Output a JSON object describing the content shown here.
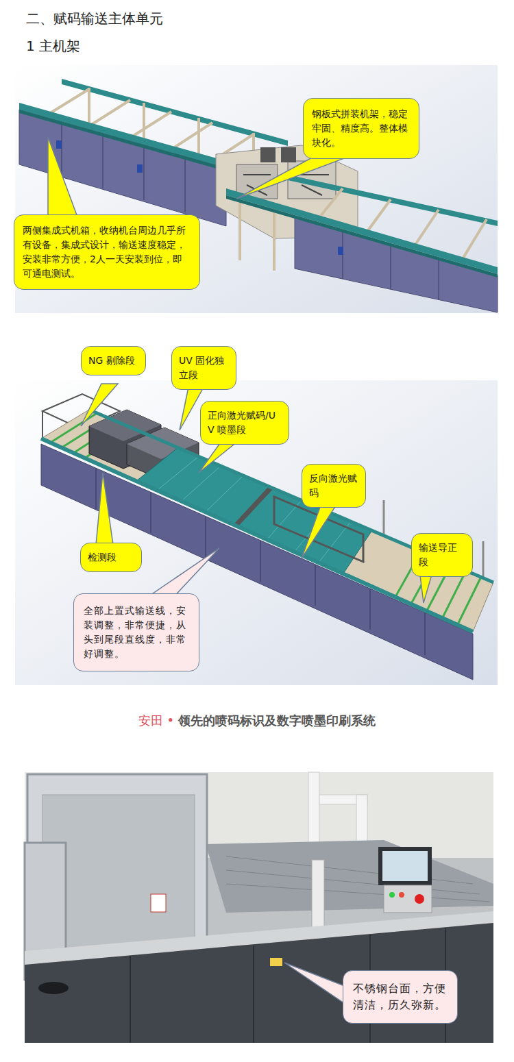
{
  "diagram": {
    "title": "二、赋码输送主体单元",
    "nodes": [
      {
        "text": [
          "钢板式拼装机架，稳定牢固、精度高。整体模块化。"
        ]
      },
      {
        "text": [
          "两侧集成式机箱，收纳机台周边几乎所有设备，集成式设计，输送速度稳定，安装非常方便，2人一天安装到位，即可通电测试。"
        ]
      },
      {
        "text": [
          "NG 剔除段"
        ]
      },
      {
        "text": [
          "UV 固化独立段"
        ]
      },
      {
        "text": [
          "正向激光赋码/UV 喷墨段"
        ]
      },
      {
        "text": [
          "反向激光赋码"
        ]
      },
      {
        "text": [
          "输送导正段"
        ]
      },
      {
        "text": [
          "检测段"
        ]
      },
      {
        "text": [
          "全部上置式输送线，安装调整，非常便捷，从头到尾段直线度，非常好调整。"
        ]
      },
      {
        "text": [
          "不锈钢台面，方便清洁，历久弥新。"
        ]
      }
    ],
    "labels": [
      "1 主机架",
      "安田 •",
      "领先的喷码标识及数字喷墨印刷系统"
    ]
  }
}
